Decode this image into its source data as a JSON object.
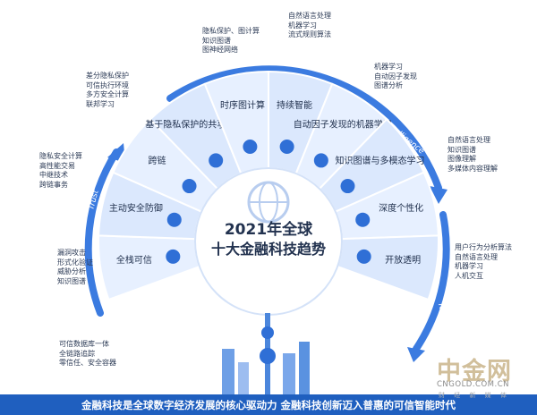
{
  "center": {
    "year_line": "2021年全球",
    "title_line": "十大金融科技趋势"
  },
  "trends": [
    {
      "id": "full-stack-trust",
      "label": "全栈可信"
    },
    {
      "id": "active-security",
      "label": "主动安全防御"
    },
    {
      "id": "cross-chain",
      "label": "跨链"
    },
    {
      "id": "privacy-intelligence",
      "label": "基于隐私保护的共享智能"
    },
    {
      "id": "timing-computing",
      "label": "时序图计算"
    },
    {
      "id": "continuous-intelligence",
      "label": "持续智能"
    },
    {
      "id": "auto-factor-ml",
      "label": "自动因子发现的机器学习"
    },
    {
      "id": "knowledge-graph",
      "label": "知识图谱与多模态学习"
    },
    {
      "id": "personalization",
      "label": "深度个性化"
    },
    {
      "id": "open-transparency",
      "label": "开放透明"
    }
  ],
  "arcs": {
    "trust": "Trust",
    "intelligence": "Intelligence",
    "neutral": "Neutral"
  },
  "notes": {
    "top_a": [
      "隐私保护、图计算",
      "知识图谱",
      "图神经网络"
    ],
    "top_b": [
      "自然语言处理",
      "机器学习",
      "流式规则算法"
    ],
    "left_privacy": [
      "差分隐私保护",
      "可信执行环境",
      "多方安全计算",
      "联邦学习"
    ],
    "left_chain": [
      "隐私安全计算",
      "高性能交易",
      "中继技术",
      "跨链事务"
    ],
    "left_security": [
      "漏洞攻击",
      "形式化验证",
      "威胁分析",
      "知识图谱"
    ],
    "left_bottom": [
      "可信数据库一体",
      "全链路追踪",
      "零信任、安全容器"
    ],
    "right_ml": [
      "机器学习",
      "自动因子发现",
      "图谱分析"
    ],
    "right_nlp": [
      "自然语言处理",
      "知识图谱",
      "图像理解",
      "多媒体内容理解"
    ],
    "right_user": [
      "用户行为分析算法",
      "自然语言处理",
      "机器学习",
      "人机交互"
    ]
  },
  "footer": {
    "tagline": "金融科技是全球数字经济发展的核心驱动力 金融科技创新迈入普惠的可信智能时代"
  },
  "watermark": {
    "brand": "中金网",
    "site": "CNGOLD.COM.CN",
    "sub": "财 经 新 媒 体"
  },
  "colors": {
    "primary": "#2f6fd6",
    "light": "#e8f0ff",
    "text": "#22324f"
  }
}
